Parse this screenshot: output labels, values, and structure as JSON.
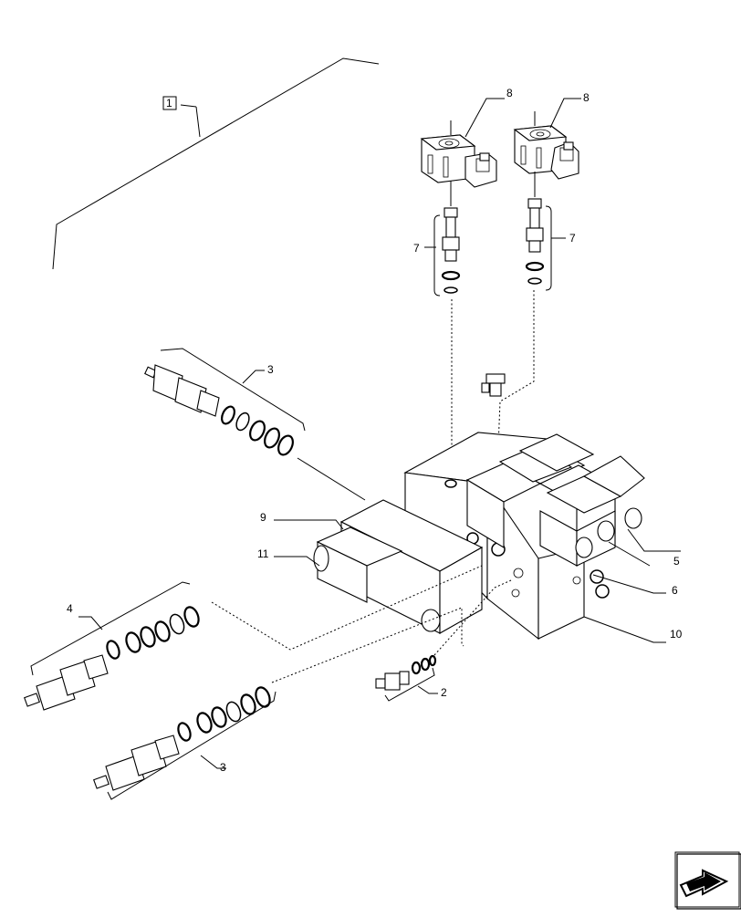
{
  "callouts": {
    "c1": "1",
    "c2": "2",
    "c3_top": "3",
    "c3_bottom": "3",
    "c4": "4",
    "c5": "5",
    "c6": "6",
    "c7_left": "7",
    "c7_right": "7",
    "c8_left": "8",
    "c8_right": "8",
    "c9": "9",
    "c10": "10",
    "c11": "11"
  },
  "nav_icon": "arrow-navigation-icon"
}
